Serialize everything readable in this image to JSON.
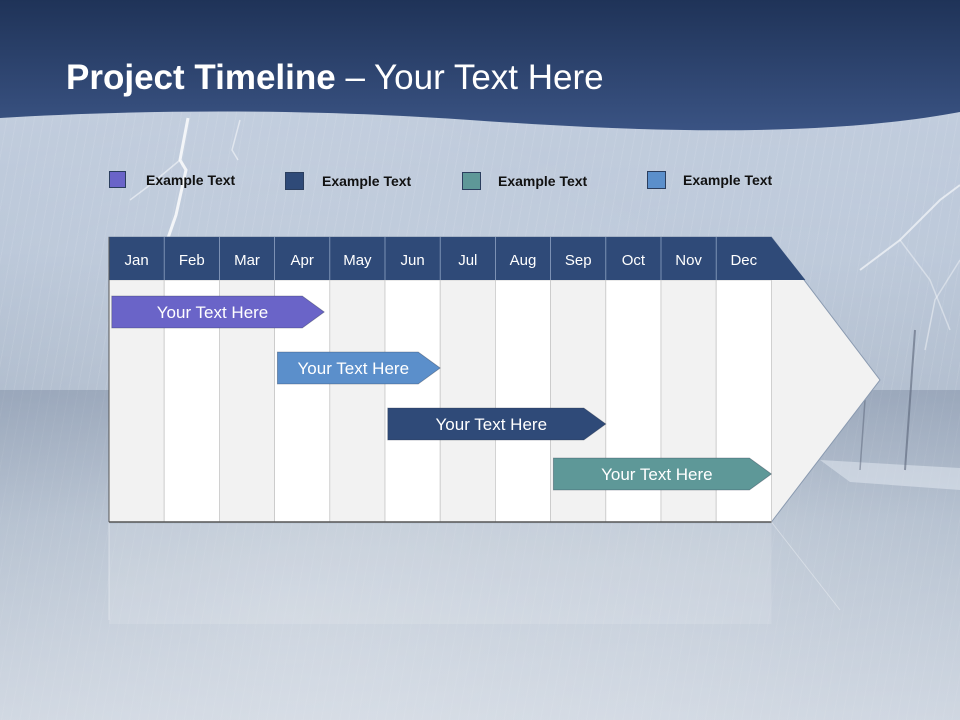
{
  "slide": {
    "title_bold": "Project Timeline",
    "title_rest": " – Your Text Here"
  },
  "legend": [
    {
      "label": "Example Text",
      "color": "#6a64c8"
    },
    {
      "label": "Example Text",
      "color": "#2f4a78"
    },
    {
      "label": "Example Text",
      "color": "#5e9898"
    },
    {
      "label": "Example Text",
      "color": "#5b8fcb"
    }
  ],
  "chart_data": {
    "type": "gantt",
    "months": [
      "Jan",
      "Feb",
      "Mar",
      "Apr",
      "May",
      "Jun",
      "Jul",
      "Aug",
      "Sep",
      "Oct",
      "Nov",
      "Dec"
    ],
    "tasks": [
      {
        "label": "Your  Text Here",
        "start_month": 1.05,
        "end_month": 4.9,
        "color": "#6a64c8"
      },
      {
        "label": "Your  Text Here",
        "start_month": 4.05,
        "end_month": 7.0,
        "color": "#5b8fcb"
      },
      {
        "label": "Your  Text Here",
        "start_month": 6.05,
        "end_month": 10.0,
        "color": "#2f4a78"
      },
      {
        "label": "Your  Text Here",
        "start_month": 9.05,
        "end_month": 13.0,
        "color": "#5e9898"
      }
    ],
    "colors": {
      "header_bg": "#2f4a78",
      "col_light": "#f2f2f2",
      "col_white": "#ffffff",
      "grid": "#c8c8c8"
    }
  }
}
